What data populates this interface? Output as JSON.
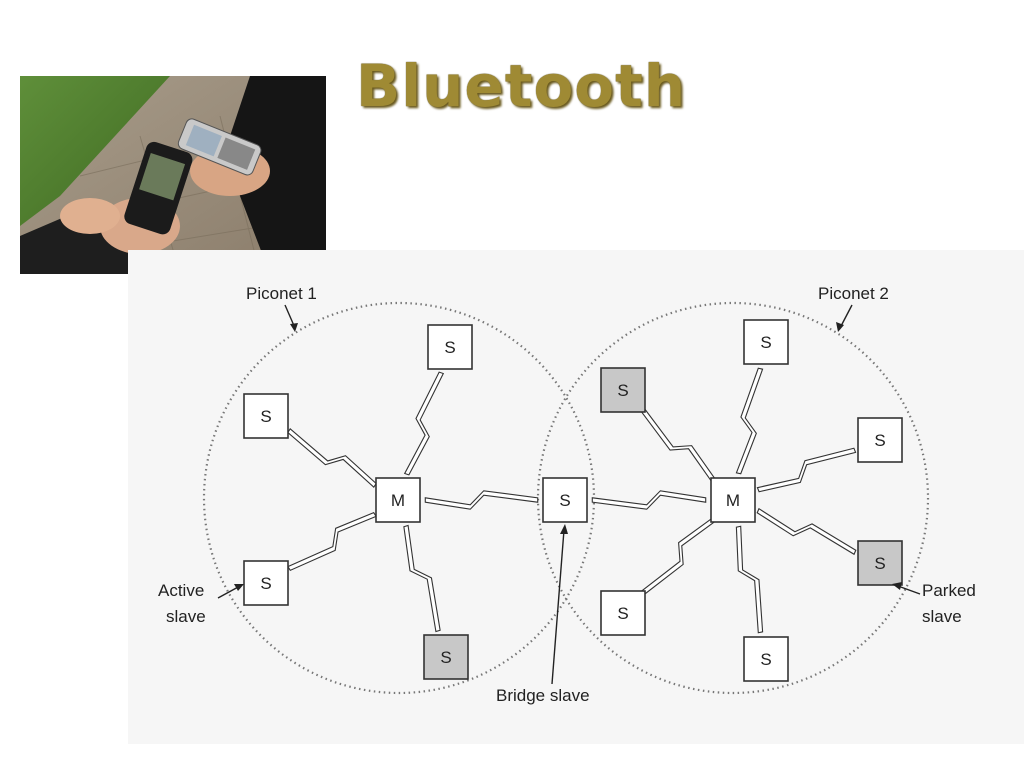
{
  "slide": {
    "title": "Bluetooth",
    "photo_alt": "Two people exchanging data between mobile phones"
  },
  "diagram": {
    "piconets": [
      {
        "id": "p1",
        "label": "Piconet 1"
      },
      {
        "id": "p2",
        "label": "Piconet 2"
      }
    ],
    "nodes": [
      {
        "id": "p1-master",
        "label": "M",
        "role": "master",
        "piconet": "p1"
      },
      {
        "id": "p1-s-top",
        "label": "S",
        "role": "active",
        "piconet": "p1"
      },
      {
        "id": "p1-s-upperleft",
        "label": "S",
        "role": "active",
        "piconet": "p1"
      },
      {
        "id": "p1-s-lowerleft",
        "label": "S",
        "role": "active",
        "piconet": "p1"
      },
      {
        "id": "p1-s-bottom",
        "label": "S",
        "role": "parked",
        "piconet": "p1"
      },
      {
        "id": "bridge",
        "label": "S",
        "role": "bridge",
        "piconet": "p1,p2"
      },
      {
        "id": "p2-master",
        "label": "M",
        "role": "master",
        "piconet": "p2"
      },
      {
        "id": "p2-s-top",
        "label": "S",
        "role": "active",
        "piconet": "p2"
      },
      {
        "id": "p2-s-topleft",
        "label": "S",
        "role": "parked",
        "piconet": "p2"
      },
      {
        "id": "p2-s-right",
        "label": "S",
        "role": "active",
        "piconet": "p2"
      },
      {
        "id": "p2-s-parked",
        "label": "S",
        "role": "parked",
        "piconet": "p2"
      },
      {
        "id": "p2-s-lowerleft",
        "label": "S",
        "role": "active",
        "piconet": "p2"
      },
      {
        "id": "p2-s-bottom",
        "label": "S",
        "role": "active",
        "piconet": "p2"
      }
    ],
    "links": [
      [
        "p1-master",
        "p1-s-top"
      ],
      [
        "p1-master",
        "p1-s-upperleft"
      ],
      [
        "p1-master",
        "p1-s-lowerleft"
      ],
      [
        "p1-master",
        "p1-s-bottom"
      ],
      [
        "p1-master",
        "bridge"
      ],
      [
        "p2-master",
        "bridge"
      ],
      [
        "p2-master",
        "p2-s-top"
      ],
      [
        "p2-master",
        "p2-s-topleft"
      ],
      [
        "p2-master",
        "p2-s-right"
      ],
      [
        "p2-master",
        "p2-s-parked"
      ],
      [
        "p2-master",
        "p2-s-lowerleft"
      ],
      [
        "p2-master",
        "p2-s-bottom"
      ]
    ],
    "callouts": {
      "active_slave": [
        "Active",
        "slave"
      ],
      "parked_slave": [
        "Parked",
        "slave"
      ],
      "bridge_slave": "Bridge slave"
    },
    "colors": {
      "parked_fill": "#c8c8c8",
      "active_fill": "#ffffff",
      "stroke": "#333333",
      "piconet_boundary": "#777777",
      "title_gold": "#9f8a34"
    }
  }
}
